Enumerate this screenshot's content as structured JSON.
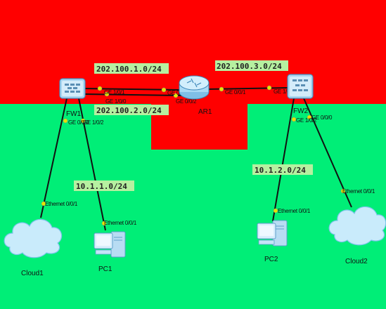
{
  "zones": {
    "untrust": "#ff0000",
    "trust": "#00ee77"
  },
  "colors": {
    "label_bg": "#b6f0a0",
    "link": "#111111",
    "port_dot": "#e6e600"
  },
  "devices": {
    "fw1": {
      "name": "FW1",
      "icon": "firewall-icon"
    },
    "fw2": {
      "name": "FW2",
      "icon": "firewall-icon"
    },
    "ar1": {
      "name": "AR1",
      "icon": "router-icon"
    },
    "pc1": {
      "name": "PC1",
      "icon": "pc-icon"
    },
    "pc2": {
      "name": "PC2",
      "icon": "pc-icon"
    },
    "cloud1": {
      "name": "Cloud1",
      "icon": "cloud-icon"
    },
    "cloud2": {
      "name": "Cloud2",
      "icon": "cloud-icon"
    }
  },
  "networks": {
    "n1": "202.100.1.0/24",
    "n2": "202.100.2.0/24",
    "n3": "202.100.3.0/24",
    "n4": "10.1.1.0/24",
    "n5": "10.1.2.0/24"
  },
  "ports": {
    "fw1_ge101": "GE 1/0/1",
    "fw1_ge100": "GE 1/0/0",
    "fw1_ge000": "GE 0/0/0",
    "fw1_ge102": "GE 1/0/2",
    "ar1_ge000": "GE 0/0/0",
    "ar1_ge002": "GE 0/0/2",
    "ar1_ge001": "GE 0/0/1",
    "fw2_ge100": "GE 1/0/0",
    "fw2_ge102": "GE 1/0/2",
    "fw2_ge000": "GE 0/0/0",
    "cloud1_eth": "Ethernet 0/0/1",
    "pc1_eth": "Ethernet 0/0/1",
    "pc2_eth": "Ethernet 0/0/1",
    "cloud2_eth": "Ethernet 0/0/1"
  }
}
